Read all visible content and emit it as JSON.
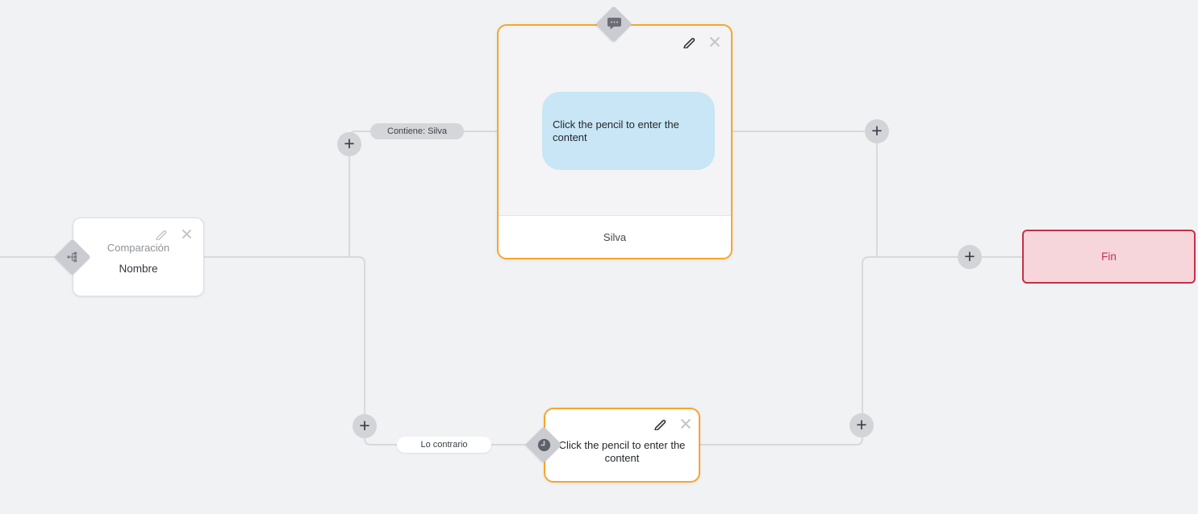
{
  "canvas": {
    "background": "#f1f2f4"
  },
  "colors": {
    "accent_orange": "#f7a62b",
    "fin_red": "#c53049",
    "fin_background": "#f6d5db",
    "bubble_blue": "#c8e6f5",
    "connector_gray": "#d8d9dd",
    "diamond_gray": "#cbccd1"
  },
  "icons": {
    "plus": "+"
  },
  "nodes": {
    "condition": {
      "title": "Comparación",
      "subtitle": "Nombre"
    },
    "message": {
      "bubble_text": "Click the pencil to enter the content",
      "footer_label": "Silva"
    },
    "fallback": {
      "text": "Click the pencil to enter the content"
    },
    "fin": {
      "label": "Fin"
    }
  },
  "edges": {
    "contains_label": "Contiene: Silva",
    "otherwise_label": "Lo contrario"
  }
}
